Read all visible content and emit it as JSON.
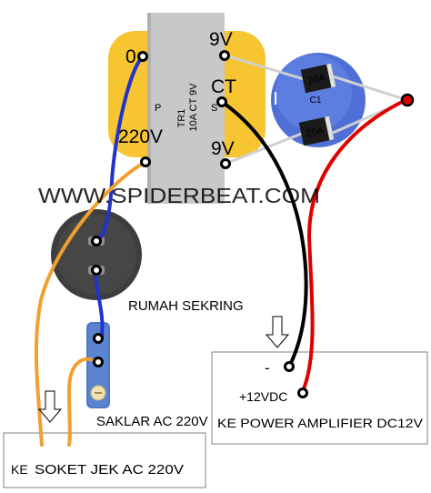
{
  "transformer": {
    "id": "TR1",
    "spec": "10A CT 9V",
    "primary_side": "P",
    "secondary_side": "S",
    "terminals": {
      "primary_0": "0",
      "primary_220": "220V",
      "secondary_9v_top": "9V",
      "secondary_ct": "CT",
      "secondary_9v_bottom": "9V"
    }
  },
  "rectifier": {
    "id": "C1",
    "diode_top": "20A",
    "diode_bottom": "20A"
  },
  "watermark": "WWW.SPIDERBEAT.COM",
  "fuse_holder_label": "RUMAH SEKRING",
  "switch_label": "SAKLAR AC 220V",
  "ac_socket_box": {
    "prefix": "KE",
    "label": "SOKET JEK AC 220V"
  },
  "amplifier_box": {
    "minus": "-",
    "plus": "+12VDC",
    "label": "KE POWER AMPLIFIER DC12V"
  },
  "colors": {
    "transformer_core": "#c8c8c8",
    "transformer_coil": "#f7c531",
    "rectifier_disc": "#4f6fd6",
    "diode_body": "#1a1a1a",
    "diode_band": "#e0e0e0",
    "fuse_holder": "#3d3d3d",
    "switch_body": "#4f78c4",
    "wire_blue": "#2233cc",
    "wire_orange": "#f0a030",
    "wire_black": "#000000",
    "wire_red": "#e00000",
    "wire_grey": "#d0d0d0",
    "watermark": "#9ae69a"
  }
}
